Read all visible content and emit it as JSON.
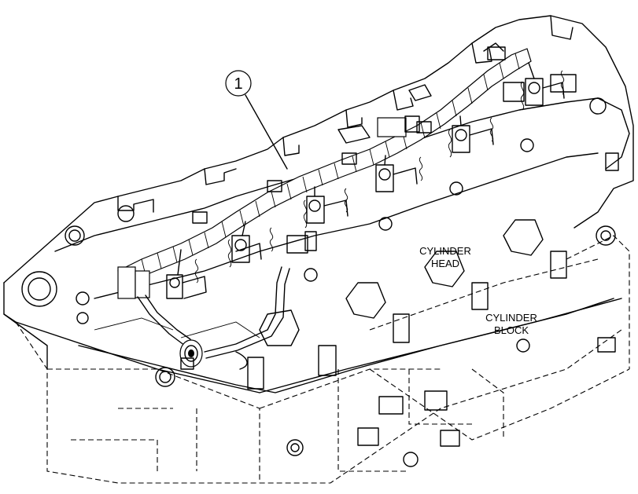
{
  "diagram": {
    "callout": {
      "number": "1"
    },
    "labels": {
      "cylinder_head_line1": "CYLINDER",
      "cylinder_head_line2": "HEAD",
      "cylinder_block_line1": "CYLINDER",
      "cylinder_block_line2": "BLOCK"
    }
  }
}
